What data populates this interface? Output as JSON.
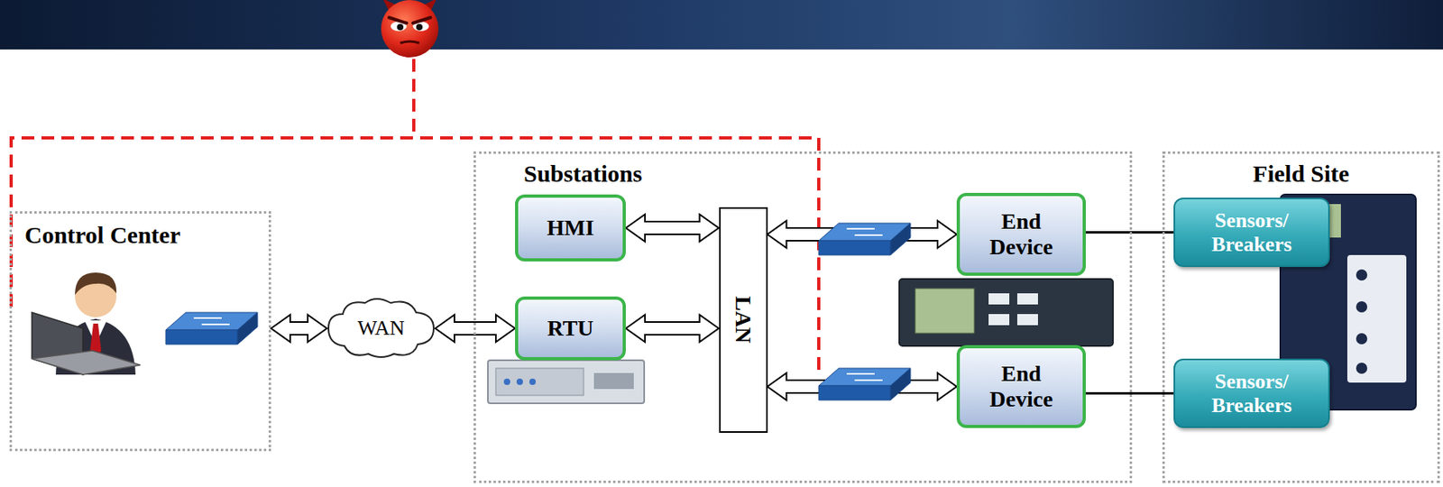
{
  "diagram": {
    "nodes": [
      {
        "text": [
          "Control Center"
        ]
      },
      {
        "text": [
          "WAN"
        ]
      },
      {
        "text": [
          "Substations"
        ]
      },
      {
        "text": [
          "HMI"
        ],
        "in": 2
      },
      {
        "text": [
          "RTU"
        ],
        "in": 2
      },
      {
        "text": [
          "LAN"
        ],
        "in": 2
      },
      {
        "text": [
          "End Device"
        ],
        "in": 2
      },
      {
        "text": [
          "End Device"
        ],
        "in": 2
      },
      {
        "text": [
          "Field Site"
        ]
      },
      {
        "text": [
          "Sensors/ Breakers"
        ],
        "in": 8
      },
      {
        "text": [
          "Sensors/ Breakers"
        ],
        "in": 8
      }
    ],
    "edges": [
      {
        "from": 0,
        "to": 1,
        "arrow": "both"
      },
      {
        "from": 1,
        "to": 4,
        "arrow": "both"
      },
      {
        "from": 3,
        "to": 5,
        "arrow": "both"
      },
      {
        "from": 4,
        "to": 5,
        "arrow": "both"
      },
      {
        "from": 5,
        "to": 6,
        "arrow": "both"
      },
      {
        "from": 5,
        "to": 7,
        "arrow": "both"
      },
      {
        "from": 6,
        "to": 9,
        "arrow": "none"
      },
      {
        "from": 7,
        "to": 10,
        "arrow": "none"
      }
    ]
  }
}
